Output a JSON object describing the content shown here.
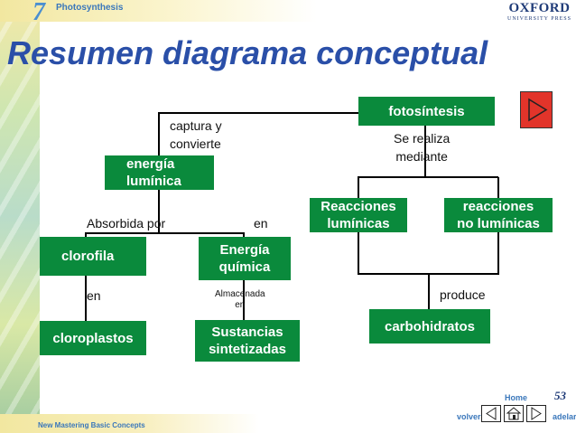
{
  "header": {
    "chapter_number": "7",
    "chapter_title": "Photosynthesis",
    "publisher_name": "OXFORD",
    "publisher_sub": "UNIVERSITY PRESS"
  },
  "title": "Resumen diagrama conceptual",
  "diagram": {
    "nodes": {
      "fotosintesis": "fotosíntesis",
      "energia_luminica": [
        "energía",
        "lumínica"
      ],
      "reacciones_luminicas": [
        "Reacciones",
        "lumínicas"
      ],
      "reacciones_no_luminicas": [
        "reacciones",
        "no lumínicas"
      ],
      "clorofila": "clorofila",
      "energia_quimica": [
        "Energía",
        "química"
      ],
      "cloroplastos": "cloroplastos",
      "sustancias_sintetizadas": [
        "Sustancias",
        "sintetizadas"
      ],
      "carbohidratos": "carbohidratos"
    },
    "links": {
      "captura_y_convierte": [
        "captura y",
        "convierte"
      ],
      "se_realiza_mediante": [
        "Se realiza",
        "mediante"
      ],
      "absorbida_por": "Absorbida por",
      "en_top": "en",
      "en_left": "en",
      "almacenada_en": [
        "Almacenada",
        "en"
      ],
      "produce": "produce"
    }
  },
  "footer": {
    "title": "New Mastering Basic Concepts",
    "home_label": "Home",
    "page_number": "53",
    "back_label": "volver",
    "forward_label": "adelar"
  },
  "colors": {
    "node_fill": "#0a8a3c",
    "title": "#2a4fa8",
    "play_button": "#e2342a"
  }
}
